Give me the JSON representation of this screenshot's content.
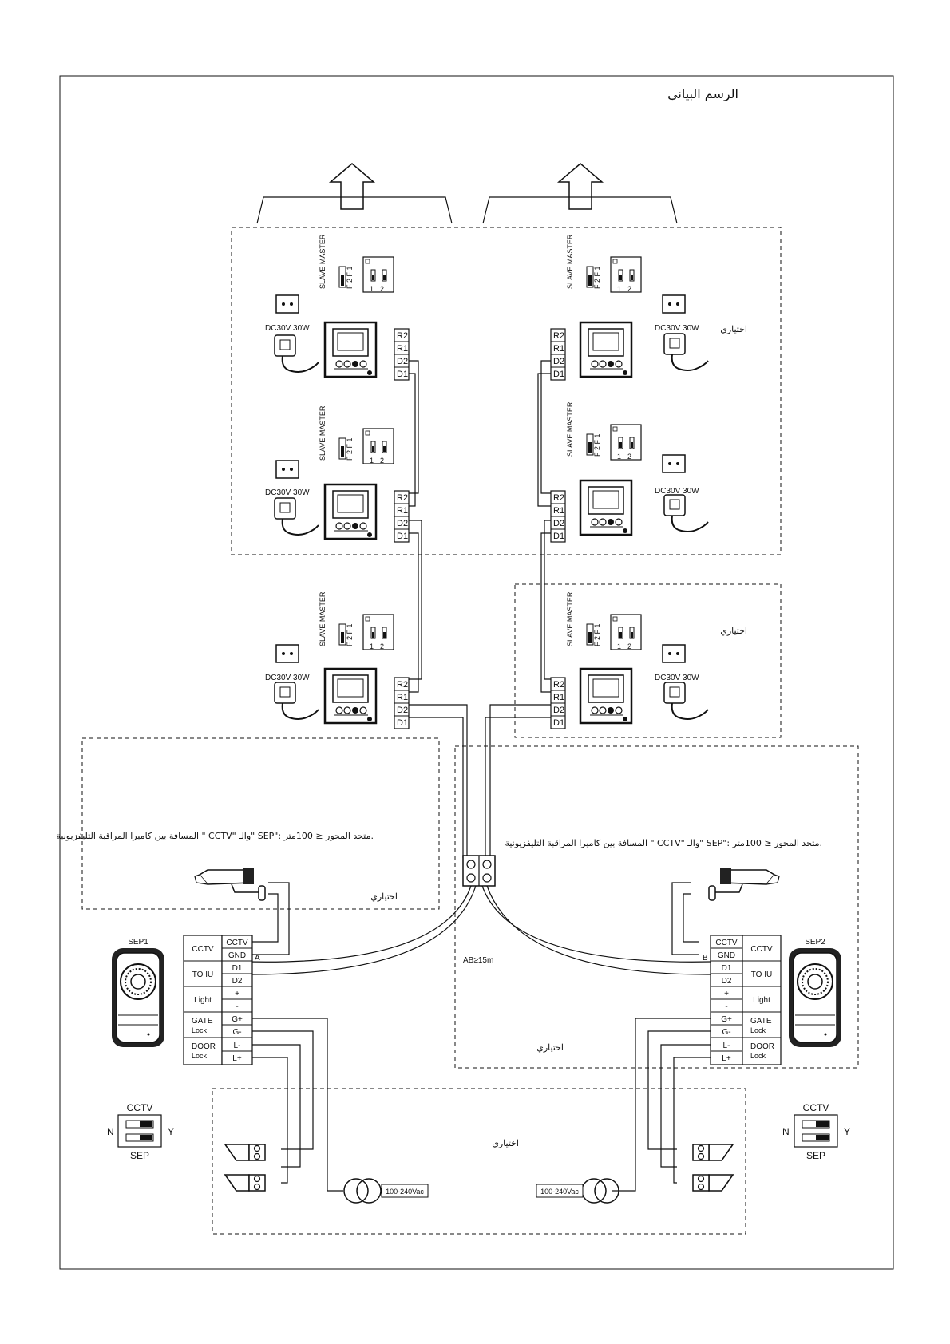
{
  "title": "الرسم البياني",
  "optional_label": "اختياري",
  "power_label": "DC30V 30W",
  "dip_labels": {
    "master": "MASTER",
    "slave": "SLAVE",
    "f1": "F 1",
    "f2": "F 2",
    "n1": "1",
    "n2": "2"
  },
  "bus_terminals": [
    "R2",
    "R1",
    "D2",
    "D1"
  ],
  "distance_note": "المسافة بين كاميرا المراقبة التليفزيونية \" CCTV\" والـ\" SEP\": متحد المحور ≤ 100متر.",
  "ab_label": "AB≥15m",
  "point_a": "A",
  "point_b": "B",
  "mains_label": "100-240Vac",
  "sep1": {
    "name": "SEP1",
    "groups": [
      "CCTV",
      "TO IU",
      "Light",
      "GATE",
      "Lock",
      "DOOR",
      "Lock"
    ],
    "terminals": [
      "CCTV",
      "GND",
      "D1",
      "D2",
      "+",
      "-",
      "G+",
      "G-",
      "L-",
      "L+"
    ]
  },
  "sep2": {
    "name": "SEP2",
    "groups": [
      "CCTV",
      "TO IU",
      "Light",
      "GATE",
      "Lock",
      "DOOR",
      "Lock"
    ],
    "terminals": [
      "CCTV",
      "GND",
      "D1",
      "D2",
      "+",
      "-",
      "G+",
      "G-",
      "L-",
      "L+"
    ]
  },
  "selector": {
    "top": "CCTV",
    "bottom": "SEP",
    "left": "N",
    "right": "Y"
  }
}
